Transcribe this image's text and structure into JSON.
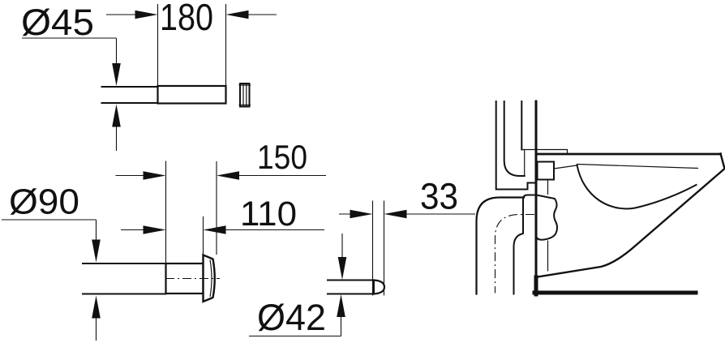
{
  "drawing": {
    "title": "wall-hung-wc-installation-dimension-drawing",
    "colors": {
      "ink": "#111111",
      "paper": "#ffffff"
    },
    "dims": {
      "plate_width": "180",
      "inlet_pipe_dia": "Ø45",
      "offset_total": "150",
      "offset_body": "110",
      "flange_dia": "Ø90",
      "spigot_projection": "33",
      "outlet_dia": "Ø42"
    }
  }
}
